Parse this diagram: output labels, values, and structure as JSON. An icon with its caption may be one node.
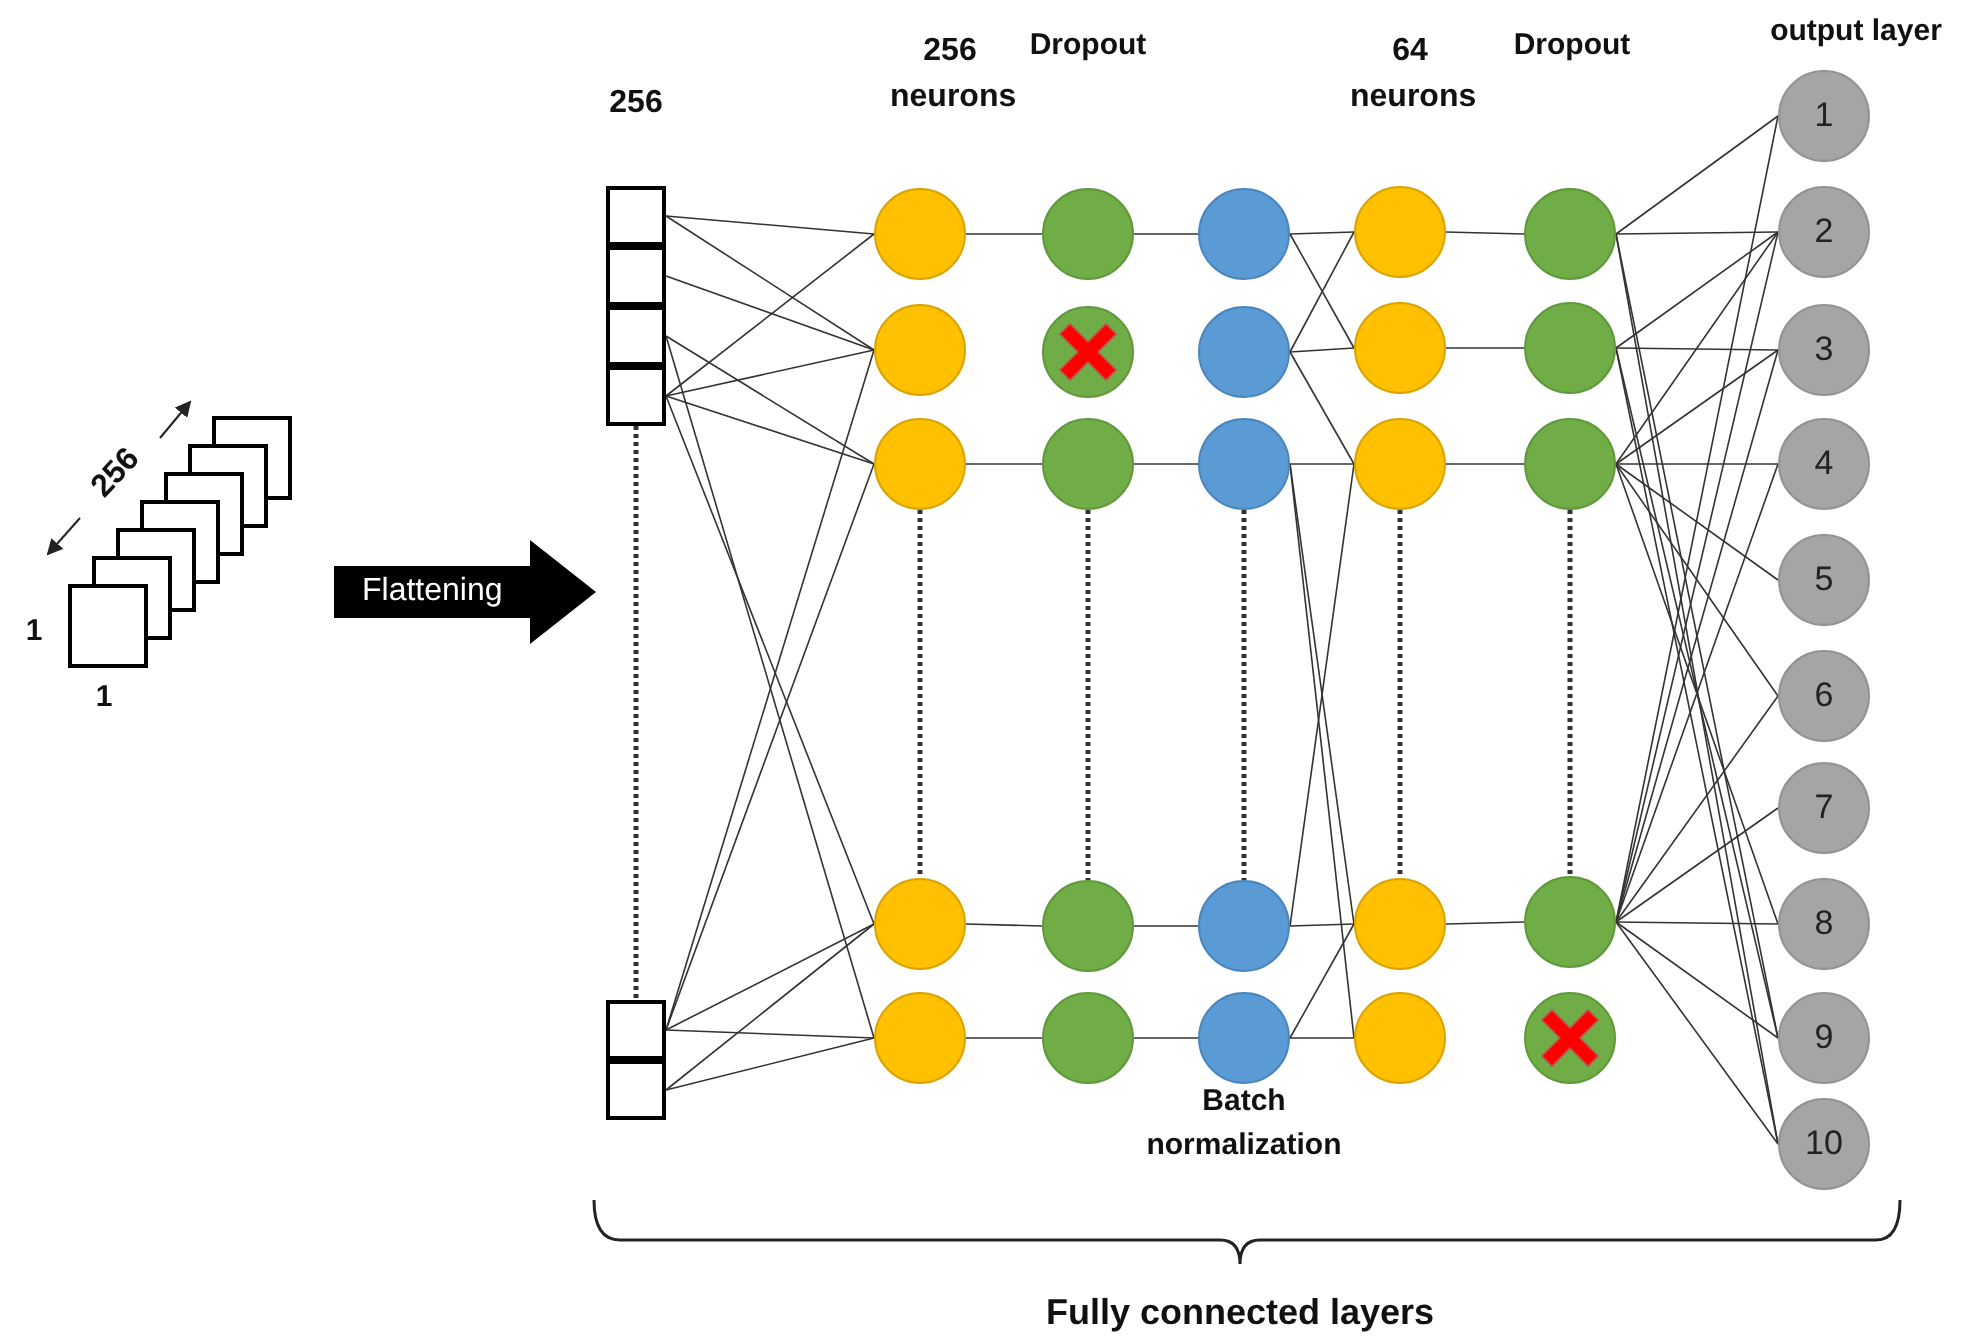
{
  "diagram": {
    "title": "Fully connected layers",
    "nodes": [
      {
        "text": [
          "Flattening"
        ]
      },
      {
        "text": [],
        "shape": "box"
      },
      {
        "text": [],
        "shape": "box"
      },
      {
        "text": [],
        "shape": "box"
      },
      {
        "text": [],
        "shape": "box"
      },
      {
        "text": [],
        "shape": "box"
      },
      {
        "text": [],
        "shape": "box"
      },
      {
        "text": [],
        "shape": "circle"
      },
      {
        "text": [],
        "shape": "circle"
      },
      {
        "text": [],
        "shape": "circle"
      },
      {
        "text": [],
        "shape": "circle"
      },
      {
        "text": [],
        "shape": "circle"
      },
      {
        "text": [],
        "shape": "circle"
      },
      {
        "text": [],
        "shape": "circle"
      },
      {
        "text": [],
        "shape": "circle"
      },
      {
        "text": [],
        "shape": "circle"
      },
      {
        "text": [],
        "shape": "circle"
      },
      {
        "text": [],
        "shape": "circle"
      },
      {
        "text": [],
        "shape": "circle"
      },
      {
        "text": [],
        "shape": "circle"
      },
      {
        "text": [],
        "shape": "circle"
      },
      {
        "text": [],
        "shape": "circle"
      },
      {
        "text": [],
        "shape": "circle"
      },
      {
        "text": [],
        "shape": "circle"
      },
      {
        "text": [],
        "shape": "circle"
      },
      {
        "text": [],
        "shape": "circle"
      },
      {
        "text": [],
        "shape": "circle"
      },
      {
        "text": [],
        "shape": "circle"
      },
      {
        "text": [],
        "shape": "circle"
      },
      {
        "text": [],
        "shape": "circle"
      },
      {
        "text": [],
        "shape": "circle"
      },
      {
        "text": [],
        "shape": "circle"
      },
      {
        "text": [
          "1"
        ]
      },
      {
        "text": [
          "2"
        ]
      },
      {
        "text": [
          "3"
        ]
      },
      {
        "text": [
          "4"
        ]
      },
      {
        "text": [
          "5"
        ]
      },
      {
        "text": [
          "6"
        ]
      },
      {
        "text": [
          "7"
        ]
      },
      {
        "text": [
          "8"
        ]
      },
      {
        "text": [
          "9"
        ]
      },
      {
        "text": [
          "10"
        ]
      }
    ],
    "edges": [
      {
        "from": 1,
        "to": 7,
        "arrow": "none"
      },
      {
        "from": 1,
        "to": 8,
        "arrow": "none"
      },
      {
        "from": 2,
        "to": 8,
        "arrow": "none"
      },
      {
        "from": 3,
        "to": 9,
        "arrow": "none"
      },
      {
        "from": 3,
        "to": 11,
        "arrow": "none"
      },
      {
        "from": 4,
        "to": 7,
        "arrow": "none"
      },
      {
        "from": 4,
        "to": 8,
        "arrow": "none"
      },
      {
        "from": 4,
        "to": 9,
        "arrow": "none"
      },
      {
        "from": 4,
        "to": 10,
        "arrow": "none"
      },
      {
        "from": 5,
        "to": 8,
        "arrow": "none"
      },
      {
        "from": 5,
        "to": 9,
        "arrow": "none"
      },
      {
        "from": 5,
        "to": 10,
        "arrow": "none"
      },
      {
        "from": 5,
        "to": 11,
        "arrow": "none"
      },
      {
        "from": 6,
        "to": 10,
        "arrow": "none"
      },
      {
        "from": 6,
        "to": 11,
        "arrow": "none"
      },
      {
        "from": 7,
        "to": 12,
        "arrow": "none"
      },
      {
        "from": 9,
        "to": 14,
        "arrow": "none"
      },
      {
        "from": 10,
        "to": 15,
        "arrow": "none"
      },
      {
        "from": 11,
        "to": 16,
        "arrow": "none"
      },
      {
        "from": 12,
        "to": 17,
        "arrow": "none"
      },
      {
        "from": 14,
        "to": 19,
        "arrow": "none"
      },
      {
        "from": 15,
        "to": 20,
        "arrow": "none"
      },
      {
        "from": 16,
        "to": 21,
        "arrow": "none"
      },
      {
        "from": 17,
        "to": 22,
        "arrow": "none"
      },
      {
        "from": 17,
        "to": 23,
        "arrow": "none"
      },
      {
        "from": 18,
        "to": 22,
        "arrow": "none"
      },
      {
        "from": 18,
        "to": 23,
        "arrow": "none"
      },
      {
        "from": 18,
        "to": 24,
        "arrow": "none"
      },
      {
        "from": 19,
        "to": 24,
        "arrow": "none"
      },
      {
        "from": 19,
        "to": 25,
        "arrow": "none"
      },
      {
        "from": 19,
        "to": 26,
        "arrow": "none"
      },
      {
        "from": 20,
        "to": 24,
        "arrow": "none"
      },
      {
        "from": 20,
        "to": 25,
        "arrow": "none"
      },
      {
        "from": 21,
        "to": 25,
        "arrow": "none"
      },
      {
        "from": 21,
        "to": 26,
        "arrow": "none"
      },
      {
        "from": 22,
        "to": 27,
        "arrow": "none"
      },
      {
        "from": 23,
        "to": 28,
        "arrow": "none"
      },
      {
        "from": 24,
        "to": 29,
        "arrow": "none"
      },
      {
        "from": 25,
        "to": 30,
        "arrow": "none"
      },
      {
        "from": 27,
        "to": 32,
        "arrow": "none"
      },
      {
        "from": 27,
        "to": 33,
        "arrow": "none"
      },
      {
        "from": 27,
        "to": 40,
        "arrow": "none"
      },
      {
        "from": 27,
        "to": 41,
        "arrow": "none"
      },
      {
        "from": 28,
        "to": 33,
        "arrow": "none"
      },
      {
        "from": 28,
        "to": 34,
        "arrow": "none"
      },
      {
        "from": 28,
        "to": 40,
        "arrow": "none"
      },
      {
        "from": 28,
        "to": 41,
        "arrow": "none"
      },
      {
        "from": 29,
        "to": 33,
        "arrow": "none"
      },
      {
        "from": 29,
        "to": 34,
        "arrow": "none"
      },
      {
        "from": 29,
        "to": 35,
        "arrow": "none"
      },
      {
        "from": 29,
        "to": 36,
        "arrow": "none"
      },
      {
        "from": 29,
        "to": 37,
        "arrow": "none"
      },
      {
        "from": 29,
        "to": 39,
        "arrow": "none"
      },
      {
        "from": 30,
        "to": 32,
        "arrow": "none"
      },
      {
        "from": 30,
        "to": 33,
        "arrow": "none"
      },
      {
        "from": 30,
        "to": 34,
        "arrow": "none"
      },
      {
        "from": 30,
        "to": 35,
        "arrow": "none"
      },
      {
        "from": 30,
        "to": 37,
        "arrow": "none"
      },
      {
        "from": 30,
        "to": 38,
        "arrow": "none"
      },
      {
        "from": 30,
        "to": 39,
        "arrow": "none"
      },
      {
        "from": 30,
        "to": 40,
        "arrow": "none"
      },
      {
        "from": 30,
        "to": 41,
        "arrow": "none"
      },
      {
        "from": 4,
        "to": 5,
        "arrow": "none",
        "style": "dashed"
      },
      {
        "from": 9,
        "to": 10,
        "arrow": "none",
        "style": "dashed"
      },
      {
        "from": 14,
        "to": 15,
        "arrow": "none",
        "style": "dashed"
      },
      {
        "from": 19,
        "to": 20,
        "arrow": "none",
        "style": "dashed"
      },
      {
        "from": 24,
        "to": 25,
        "arrow": "none",
        "style": "dashed"
      },
      {
        "from": 29,
        "to": 30,
        "arrow": "none",
        "style": "dashed"
      }
    ],
    "labels": [
      "256",
      "256 neurons",
      "Dropout",
      "64 neurons",
      "Dropout",
      "output layer",
      "256",
      "1",
      "1",
      "Batch normalization"
    ]
  }
}
